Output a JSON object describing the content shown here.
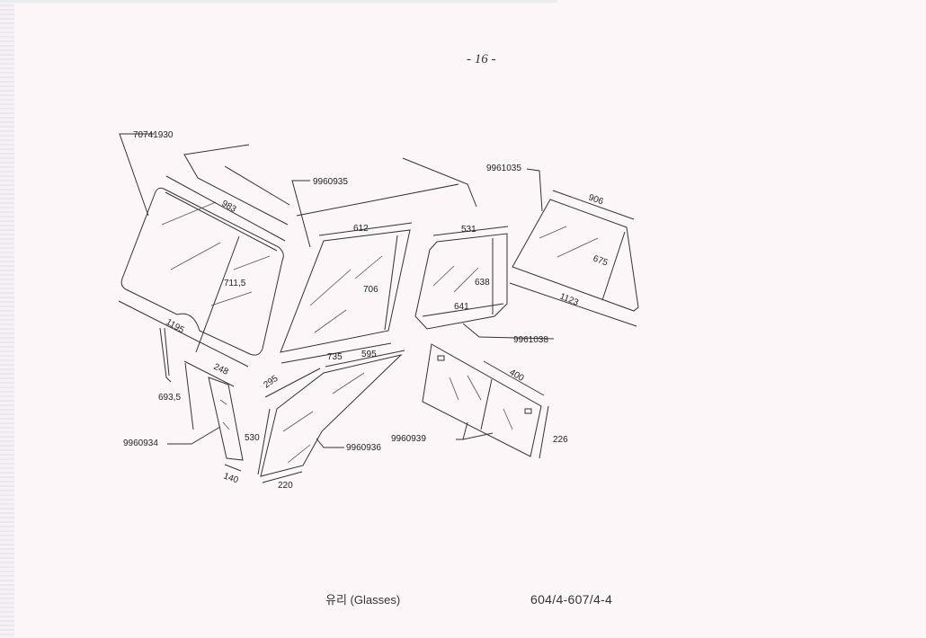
{
  "page_number": "- 16 -",
  "caption": "유리 (Glasses)",
  "model_code": "604/4-607/4-4",
  "parts": [
    {
      "part_no": "70741930",
      "dims": [
        "983",
        "711,5",
        "1195"
      ]
    },
    {
      "part_no": "9960935",
      "dims": [
        "612",
        "706",
        "735"
      ]
    },
    {
      "part_no": "9961035",
      "dims": [
        "906",
        "675",
        "1123"
      ]
    },
    {
      "part_no": "9961038",
      "dims": [
        "531",
        "638",
        "641"
      ]
    },
    {
      "part_no": "9960934",
      "dims": [
        "248",
        "693,5",
        "530",
        "140"
      ]
    },
    {
      "part_no": "9960936",
      "dims": [
        "295",
        "595",
        "220"
      ]
    },
    {
      "part_no": "9960939",
      "dims": [
        "400",
        "226"
      ]
    }
  ]
}
